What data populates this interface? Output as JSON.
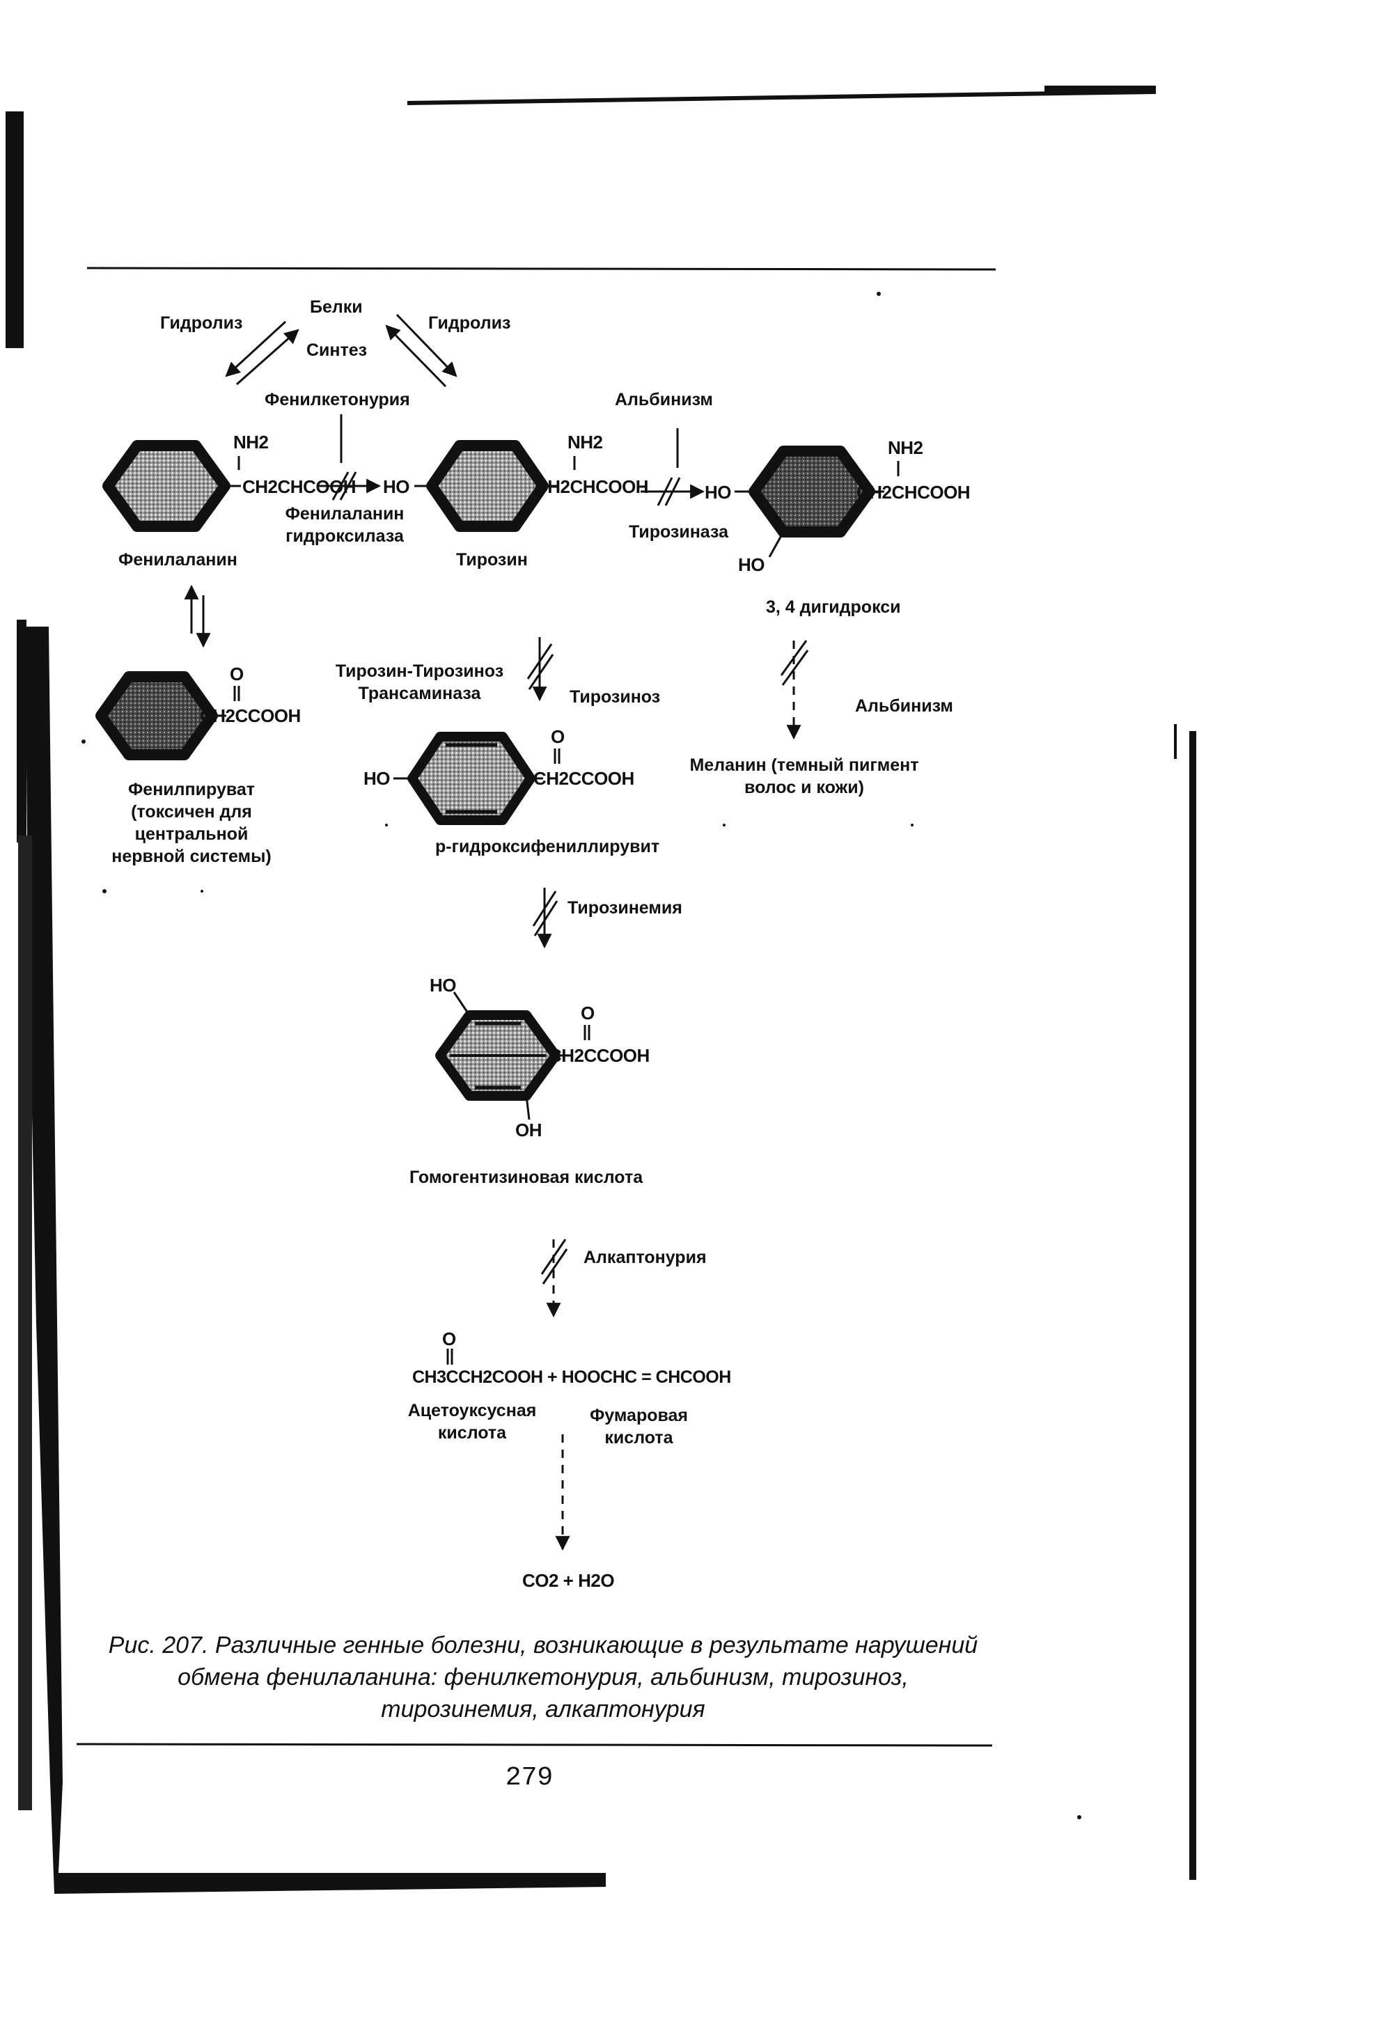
{
  "top_cycle": {
    "proteins": "Белки",
    "synthesis": "Синтез",
    "hydrolysis_left": "Гидролиз",
    "hydrolysis_right": "Гидролиз"
  },
  "diseases": {
    "pku": "Фенилкетонурия",
    "albinism_top": "Альбинизм",
    "albinism_right": "Альбинизм",
    "tyrosinosis": "Тирозиноз",
    "tyrosinemia": "Тирозинемия",
    "alkaptonuria": "Алкаптонурия"
  },
  "enzymes": {
    "phe_hydroxylase": "Фенилаланин гидроксилаза",
    "tyrosinase": "Тирозиназа",
    "transaminase": "Тирозин-Тирозиноз Трансаминаза"
  },
  "compounds": {
    "phenylalanine": "Фенилаланин",
    "tyrosine": "Тирозин",
    "dihydroxy": "3, 4 дигидрокси",
    "phenylpyruvate": "Фенилпируват (токсичен для центральной нервной системы)",
    "melanin": "Меланин (темный пигмент волос и кожи)",
    "hydroxyphenylpyruvate": "p-гидроксифениллирувит",
    "homogentisic": "Гомогентизиновая кислота",
    "acetoacetic": "Ацетоуксусная кислота",
    "fumaric": "Фумаровая кислота"
  },
  "formula": {
    "nh2": "NH2",
    "side_chain_amino": "CH2CHCOOH",
    "side_chain_keto": "CH2CCOOH",
    "ho": "HO",
    "oh": "OH",
    "o": "O",
    "final_equation": "CH3CCH2COOH + HOOCHC = CHCOOH",
    "end_products": "CO2 + H2O"
  },
  "caption": {
    "text": "Рис. 207. Различные генные болезни, возникающие в результате нарушений обмена фенилаланина: фенилкетонурия, альбинизм, тирозиноз, тирозинемия, алкаптонурия"
  },
  "page_number": "279"
}
